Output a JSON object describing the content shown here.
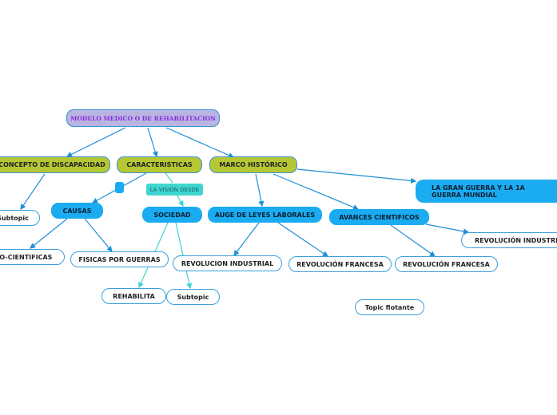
{
  "nodes": {
    "root": "MODELO MEDICO O DE REHABILITACION",
    "concepto": "CONCEPTO DE DISCAPACIDAD",
    "caracteristicas": "CARACTERISTICAS",
    "marco": "MARCO HISTÓRICO",
    "subtopic_left": "Subtopic",
    "causas": "CAUSAS",
    "vision": "LA VISION DESDE",
    "sociedad": "SOCIEDAD",
    "auge": "AUGE DE LEYES LABORALES",
    "avances": "AVANCES CIENTIFICOS",
    "gran_guerra": "LA GRAN GUERRA  Y LA 1A GUERRA MUNDIAL",
    "medico_cientificas": "CO-CIENTIFICAS",
    "fisicas": "FISICAS POR GUERRAS",
    "rev_industrial_1": "REVOLUCION INDUSTRIAL",
    "rev_francesa_1": "REVOLUCIÓN FRANCESA",
    "rev_francesa_2": "REVOLUCIÓN FRANCESA",
    "rev_industrial_2": "REVOLUCIÓN INDUSTRIAL",
    "rehabilita": "REHABILITA",
    "subtopic_bottom": "Subtopic",
    "topic_flotante": "Topic flotante"
  },
  "colors": {
    "connector": "#1e90d6",
    "connector_teal": "#3fd5d0",
    "root_fill": "#b9b5e0",
    "root_text": "#8a2be2",
    "green_fill": "#b5c833",
    "blue_fill": "#1aabf0",
    "teal_fill": "#3fd5d0"
  }
}
